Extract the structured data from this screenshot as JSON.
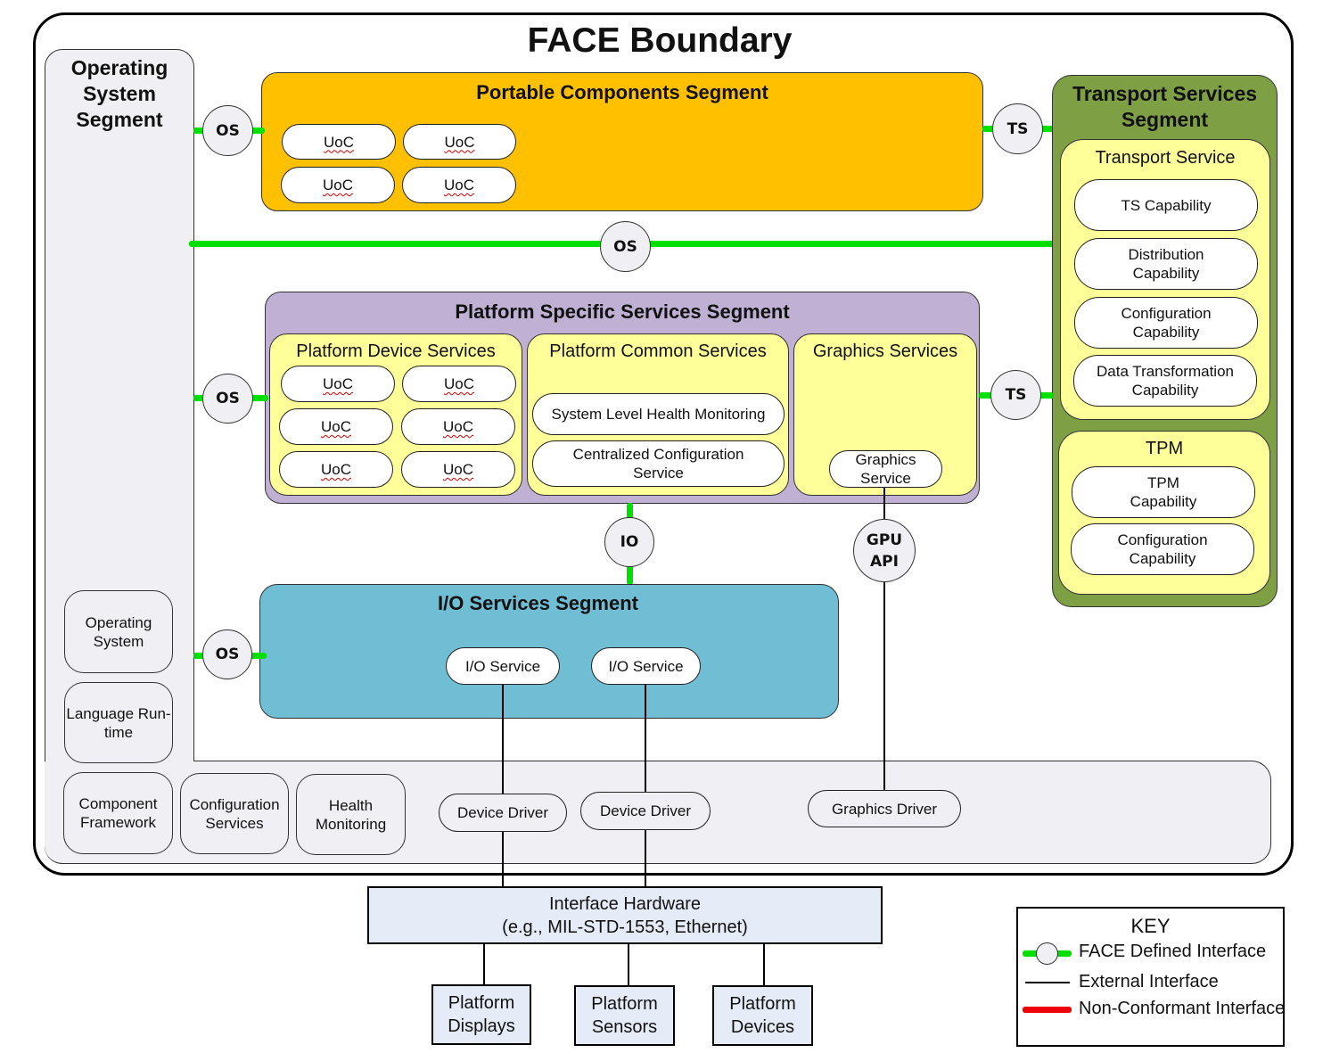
{
  "title": "FACE Boundary",
  "os_segment": {
    "title": "Operating System Segment",
    "boxes": [
      "Operating System",
      "Language Run-time",
      "Component Framework",
      "Configuration Services",
      "Health Monitoring"
    ],
    "drivers": [
      "Device Driver",
      "Device Driver",
      "Graphics Driver"
    ]
  },
  "portable_segment": {
    "title": "Portable Components Segment",
    "uocs": [
      "UoC",
      "UoC",
      "UoC",
      "UoC"
    ]
  },
  "transport_segment": {
    "title": "Transport Services Segment",
    "transport_service": {
      "title": "Transport Service",
      "capabilities": [
        "TS Capability",
        "Distribution Capability",
        "Configuration Capability",
        "Data Transformation Capability"
      ]
    },
    "tpm": {
      "title": "TPM",
      "capabilities": [
        "TPM Capability",
        "Configuration Capability"
      ]
    }
  },
  "platform_specific_segment": {
    "title": "Platform Specific Services Segment",
    "device_services": {
      "title": "Platform Device Services",
      "uocs": [
        "UoC",
        "UoC",
        "UoC",
        "UoC",
        "UoC",
        "UoC"
      ]
    },
    "common_services": {
      "title": "Platform Common Services",
      "items": [
        "System Level Health Monitoring",
        "Centralized Configuration Service"
      ]
    },
    "graphics_services": {
      "title": "Graphics Services",
      "items": [
        "Graphics Service"
      ]
    }
  },
  "io_segment": {
    "title": "I/O Services Segment",
    "items": [
      "I/O Service",
      "I/O Service"
    ]
  },
  "interfaces": {
    "os": "OS",
    "ts": "TS",
    "io": "IO",
    "gpu": "GPU API"
  },
  "hardware": {
    "interface_hw_line1": "Interface Hardware",
    "interface_hw_line2": "(e.g., MIL-STD-1553, Ethernet)",
    "devices": [
      "Platform Displays",
      "Platform Sensors",
      "Platform Devices"
    ]
  },
  "key": {
    "title": "KEY",
    "entries": [
      {
        "label": "FACE Defined Interface",
        "color": "#00e000"
      },
      {
        "label": "External Interface",
        "color": "#000000"
      },
      {
        "label": "Non-Conformant Interface",
        "color": "#ee0000"
      }
    ]
  },
  "colors": {
    "portable": "#ffc000",
    "transport": "#7f9f45",
    "platform_specific": "#c0b1d4",
    "io": "#70bed4",
    "sub_container": "#ffff99",
    "os_segment": "#f0eff4",
    "face_interface": "#00e000"
  }
}
